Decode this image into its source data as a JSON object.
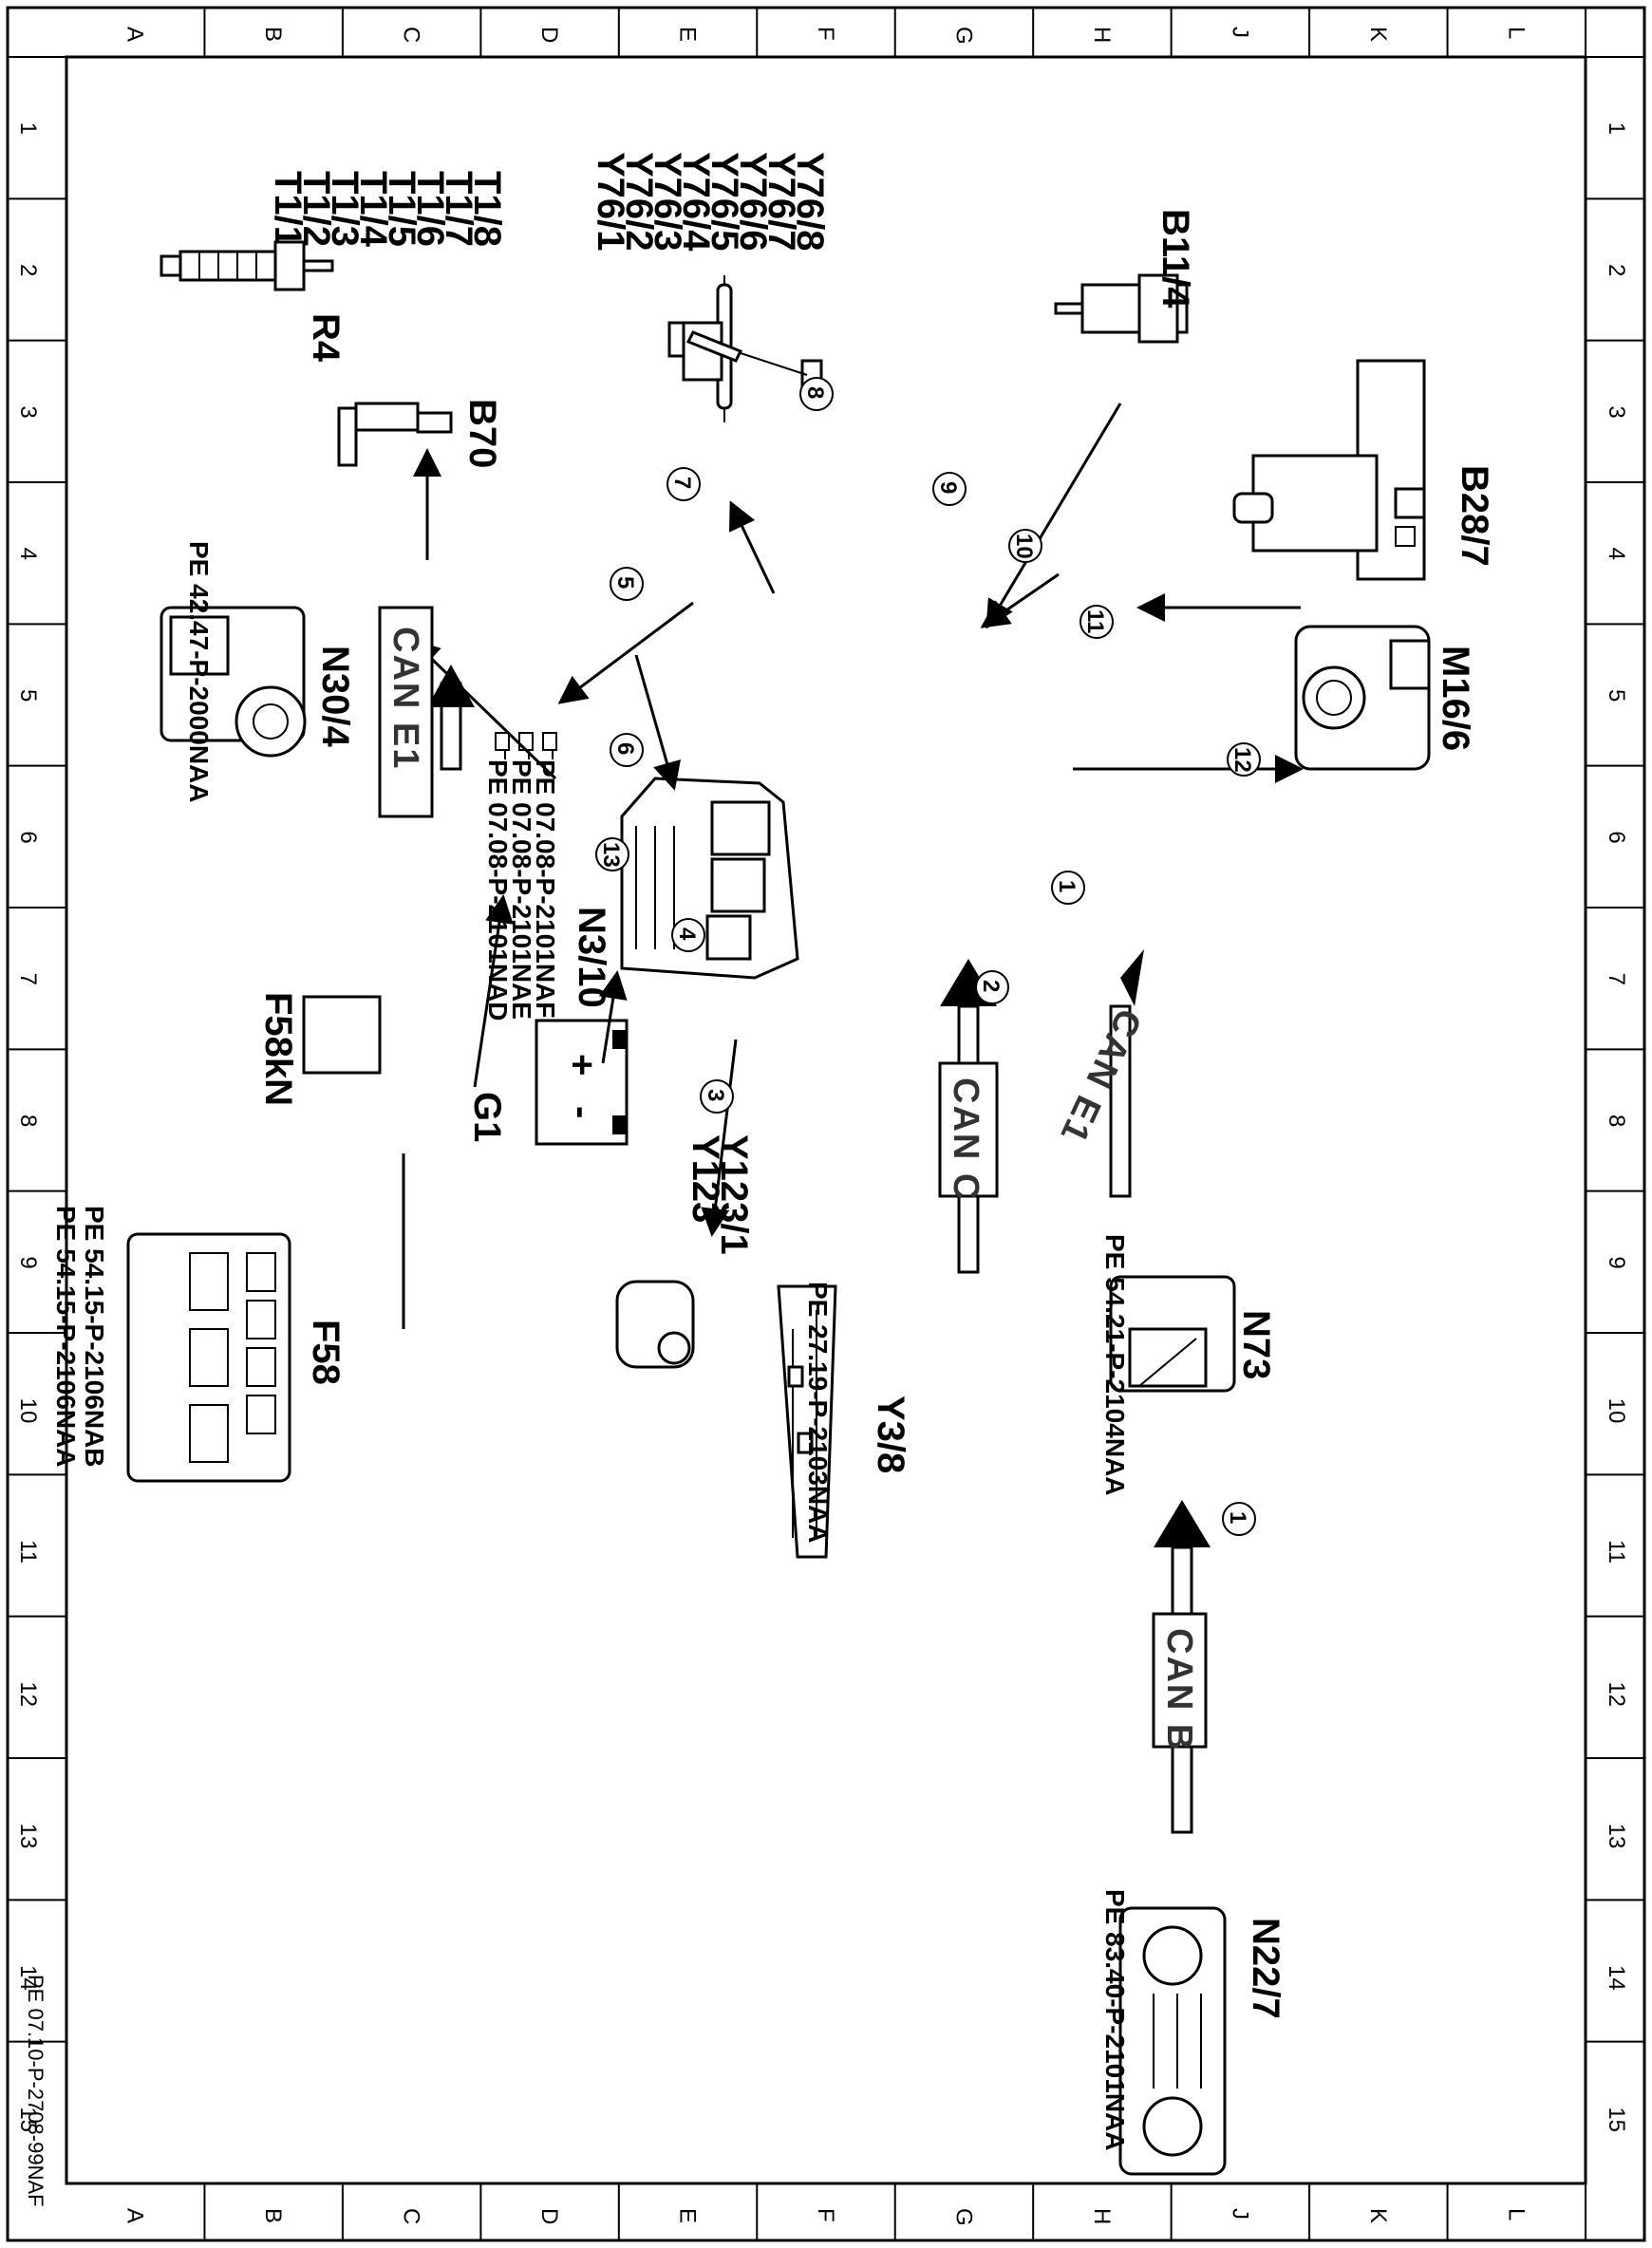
{
  "grid": {
    "columns": [
      "L",
      "K",
      "J",
      "H",
      "G",
      "F",
      "E",
      "D",
      "C",
      "B",
      "A"
    ],
    "rows": [
      "1",
      "2",
      "3",
      "4",
      "5",
      "6",
      "7",
      "8",
      "9",
      "10",
      "11",
      "12",
      "13",
      "14",
      "15"
    ]
  },
  "components": {
    "ecu": {
      "label": "N3/10",
      "refs": [
        "PE 07.08-P-2101NAD",
        "PE 07.08-P-2101NAE",
        "PE 07.08-P-2101NAF"
      ]
    },
    "y76": {
      "labels": [
        "Y76/1",
        "Y76/2",
        "Y76/3",
        "Y76/4",
        "Y76/5",
        "Y76/6",
        "Y76/7",
        "Y76/8"
      ]
    },
    "t1": {
      "labels": [
        "T1/1",
        "T1/2",
        "T1/3",
        "T1/4",
        "T1/5",
        "T1/6",
        "T1/7",
        "T1/8"
      ]
    },
    "r4": {
      "label": "R4"
    },
    "b70": {
      "label": "B70"
    },
    "b11": {
      "label": "B11/4"
    },
    "b28": {
      "label": "B28/7"
    },
    "m16": {
      "label": "M16/6"
    },
    "n30": {
      "label": "N30/4",
      "ref": "PE 42.47-P-2000NAA"
    },
    "f58kn": {
      "label": "F58kN"
    },
    "g1": {
      "label": "G1",
      "plus": "+",
      "minus": "-"
    },
    "y123": {
      "labels": [
        "Y123",
        "Y123/1"
      ]
    },
    "y38": {
      "label": "Y3/8",
      "ref": "PE 27.19-P-2103NAA"
    },
    "n73": {
      "label": "N73",
      "ref": "PE 54.21-P-2104NAA"
    },
    "f58": {
      "label": "F58",
      "refs": [
        "PE 54.15-P-2106NAA",
        "PE 54.15-P-2106NAB"
      ]
    },
    "n22": {
      "label": "N22/7",
      "ref": "PE 83.40-P-2101NAA"
    }
  },
  "buses": {
    "can_e1": "CAN E1",
    "can_c": "CAN C",
    "can_b": "CAN B"
  },
  "connections": [
    "1",
    "2",
    "3",
    "4",
    "5",
    "6",
    "7",
    "8",
    "9",
    "10",
    "11",
    "12",
    "13"
  ],
  "document_id": "PE 07.10-P-2708-99NAF"
}
